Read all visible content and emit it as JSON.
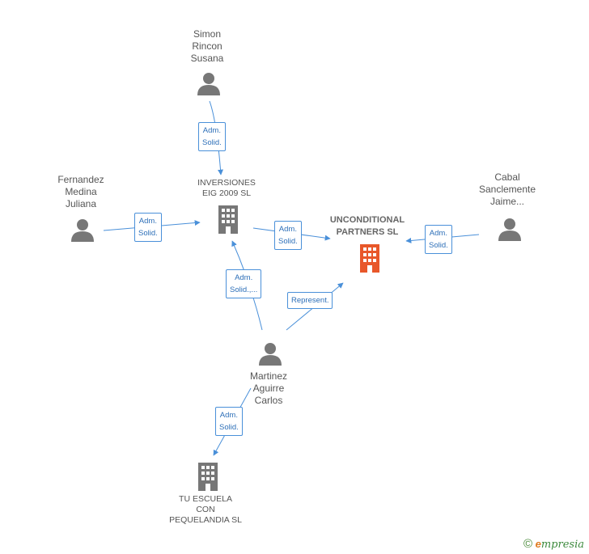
{
  "nodes": {
    "simon": {
      "lines": [
        "Simon",
        "Rincon",
        "Susana"
      ]
    },
    "fernandez": {
      "lines": [
        "Fernandez",
        "Medina",
        "Juliana"
      ]
    },
    "inversiones": {
      "lines": [
        "INVERSIONES",
        "EIG 2009  SL"
      ]
    },
    "unconditional": {
      "lines": [
        "UNCONDITIONAL",
        "PARTNERS SL"
      ]
    },
    "cabal": {
      "lines": [
        "Cabal",
        "Sanclemente",
        "Jaime..."
      ]
    },
    "martinez": {
      "lines": [
        "Martinez",
        "Aguirre",
        "Carlos"
      ]
    },
    "tuescuela": {
      "lines": [
        "TU ESCUELA",
        "CON",
        "PEQUELANDIA SL"
      ]
    }
  },
  "edges": {
    "simon_inv": {
      "lines": [
        "Adm.",
        "Solid."
      ]
    },
    "fern_inv": {
      "lines": [
        "Adm.",
        "Solid."
      ]
    },
    "inv_unc": {
      "lines": [
        "Adm.",
        "Solid."
      ]
    },
    "cabal_unc": {
      "lines": [
        "Adm.",
        "Solid."
      ]
    },
    "mart_inv": {
      "lines": [
        "Adm.",
        "Solid.,..."
      ]
    },
    "mart_unc": {
      "lines": [
        "Represent."
      ]
    },
    "mart_tu": {
      "lines": [
        "Adm.",
        "Solid."
      ]
    }
  },
  "colors": {
    "edge": "#4a90d9",
    "person": "#777777",
    "company": "#777777",
    "main_company": "#e8572a"
  },
  "footer": {
    "symbol": "©",
    "brand_e": "e",
    "brand_rest": "mpresia"
  }
}
